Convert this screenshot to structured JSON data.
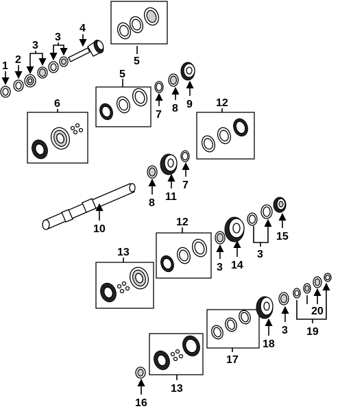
{
  "diagram": {
    "callouts": [
      "1",
      "2",
      "3",
      "3",
      "4",
      "5",
      "5",
      "6",
      "7",
      "8",
      "9",
      "12",
      "8",
      "11",
      "7",
      "10",
      "12",
      "3",
      "14",
      "3",
      "15",
      "13",
      "3",
      "20",
      "19",
      "18",
      "17",
      "16",
      "13"
    ]
  }
}
